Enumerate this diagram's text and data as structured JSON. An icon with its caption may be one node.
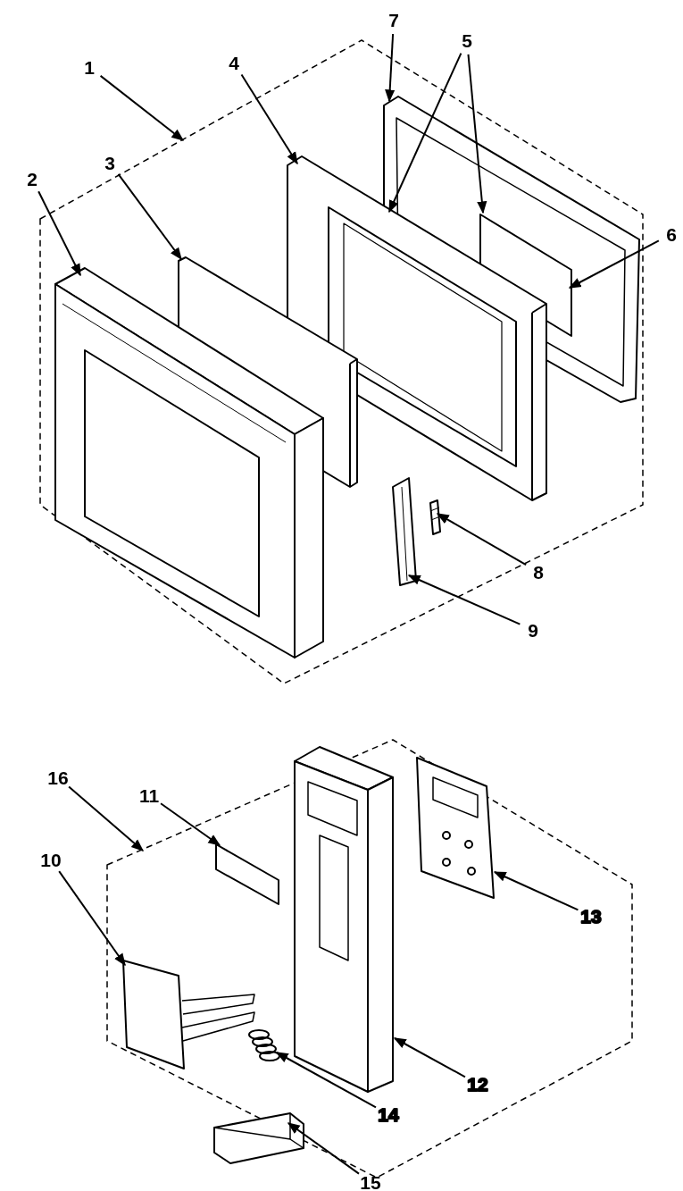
{
  "diagram": {
    "nodes": [
      {
        "text": [
          "1"
        ]
      },
      {
        "text": [
          "2"
        ]
      },
      {
        "text": [
          "3"
        ]
      },
      {
        "text": [
          "4"
        ]
      },
      {
        "text": [
          "5"
        ]
      },
      {
        "text": [
          "6"
        ]
      },
      {
        "text": [
          "7"
        ]
      },
      {
        "text": [
          "8"
        ]
      },
      {
        "text": [
          "9"
        ]
      },
      {
        "text": [
          "10"
        ]
      },
      {
        "text": [
          "11"
        ]
      },
      {
        "text": [
          "12"
        ],
        "in": 24
      },
      {
        "text": [
          "13"
        ],
        "in": 24
      },
      {
        "text": [
          "14"
        ],
        "in": 24
      },
      {
        "text": [
          "15"
        ]
      },
      {
        "text": [
          "16"
        ]
      },
      {
        "text": [],
        "shape": "box"
      },
      {
        "text": [],
        "shape": "picture",
        "in": 16
      },
      {
        "text": [],
        "shape": "box",
        "in": 17
      },
      {
        "text": [],
        "shape": "picture",
        "in": 16
      },
      {
        "text": [],
        "shape": "picture",
        "in": 16
      },
      {
        "text": [],
        "shape": "picture",
        "in": 16
      },
      {
        "text": [],
        "shape": "picture",
        "in": 16
      },
      {
        "text": [],
        "shape": "picture",
        "in": 16
      },
      {
        "text": [],
        "shape": "box"
      },
      {
        "text": [],
        "shape": "picture",
        "in": 24
      },
      {
        "text": [],
        "shape": "box",
        "in": 24
      },
      {
        "text": [],
        "shape": "picture",
        "in": 24
      },
      {
        "text": [],
        "shape": "picture",
        "in": 24
      },
      {
        "text": [],
        "shape": "picture",
        "in": 24
      },
      {
        "text": [],
        "shape": "picture",
        "in": 24
      }
    ],
    "edges": [
      {
        "from": 0,
        "to": 16,
        "arrow": "to"
      },
      {
        "from": 1,
        "to": 21,
        "arrow": "to"
      },
      {
        "from": 2,
        "to": 20,
        "arrow": "to"
      },
      {
        "from": 3,
        "to": 19,
        "arrow": "to"
      },
      {
        "from": 4,
        "to": 19,
        "arrow": "to"
      },
      {
        "from": 4,
        "to": 18,
        "arrow": "to"
      },
      {
        "from": 5,
        "to": 18,
        "arrow": "to"
      },
      {
        "from": 6,
        "to": 17,
        "arrow": "to"
      },
      {
        "from": 7,
        "to": 23,
        "arrow": "to"
      },
      {
        "from": 8,
        "to": 22,
        "arrow": "to"
      },
      {
        "from": 9,
        "to": 28,
        "arrow": "to"
      },
      {
        "from": 10,
        "to": 26,
        "arrow": "to"
      },
      {
        "from": 11,
        "to": 27,
        "arrow": "to"
      },
      {
        "from": 12,
        "to": 25,
        "arrow": "to"
      },
      {
        "from": 13,
        "to": 29,
        "arrow": "to"
      },
      {
        "from": 14,
        "to": 30,
        "arrow": "to"
      },
      {
        "from": 15,
        "to": 24,
        "arrow": "to"
      }
    ]
  }
}
